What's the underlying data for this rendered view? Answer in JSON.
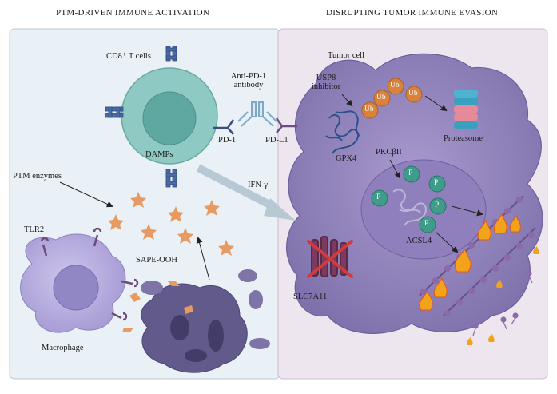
{
  "left_panel": {
    "title": "PTM-DRIVEN IMMUNE ACTIVATION",
    "labels": {
      "cd8": "CD8⁺ T cells",
      "pd1": "PD-1",
      "antibody": "Anti-PD-1 antibody",
      "damps": "DAMPs",
      "ptm_enzymes": "PTM enzymes",
      "tlr2": "TLR2",
      "sape": "SAPE-OOH",
      "macrophage": "Macrophage"
    }
  },
  "right_panel": {
    "title": "DISRUPTING TUMOR IMMUNE EVASION",
    "labels": {
      "tumor_cell": "Tumor cell",
      "usp8": "USP8 inhibitor",
      "ub": "Ub",
      "proteasome": "Proteasome",
      "gpx4": "GPX4",
      "pdl1": "PD-L1",
      "ifn": "IFN-γ",
      "pkc": "PKCβII",
      "p": "P",
      "acsl4": "ACSL4",
      "slc7a11": "SLC7A11"
    }
  },
  "colors": {
    "left_bg": "#e9f1f7",
    "right_bg": "#eee6ef",
    "tumor_cell": "#8d7fb6",
    "tcell": "#8ec9c4",
    "ub": "#d9823c",
    "p": "#3f9b8a",
    "damp_star": "#e79a61"
  }
}
